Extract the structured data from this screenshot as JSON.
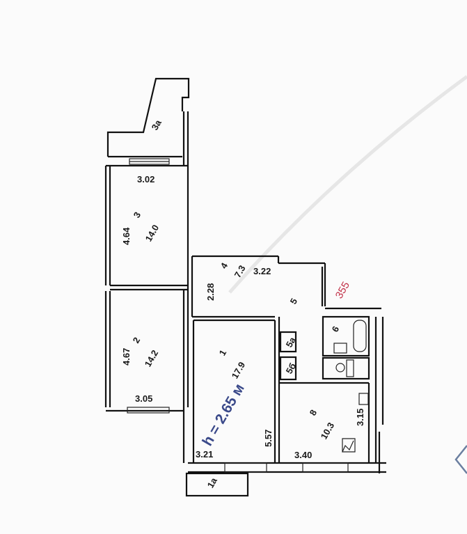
{
  "plan": {
    "ceiling_height": "h = 2.65 м",
    "stamp": "355",
    "rooms": [
      {
        "id": "1",
        "area": "17.9",
        "width": "3.21",
        "length": "5.57"
      },
      {
        "id": "2",
        "area": "14.2",
        "width": "3.05",
        "length": "4.67"
      },
      {
        "id": "3",
        "area": "14.0",
        "width": "3.02",
        "length": "4.64"
      },
      {
        "id": "4",
        "area": "7.3",
        "width": "3.22",
        "length": "2.28"
      },
      {
        "id": "5"
      },
      {
        "id": "5а"
      },
      {
        "id": "5б"
      },
      {
        "id": "6"
      },
      {
        "id": "8",
        "area": "10.3",
        "width": "3.40",
        "length": "3.15"
      }
    ],
    "balconies": [
      "3а",
      "1а"
    ],
    "colors": {
      "walls": "#111111",
      "height_label": "#3b4a8a",
      "stamp": "#c2334a",
      "background": "#fbfbfb"
    }
  }
}
